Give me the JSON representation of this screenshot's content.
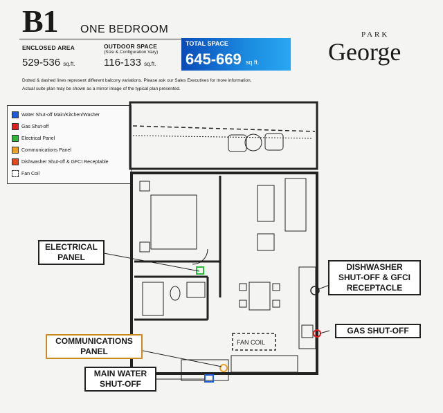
{
  "header": {
    "unit_code": "B1",
    "unit_type": "ONE BEDROOM",
    "enclosed_label": "ENCLOSED AREA",
    "enclosed_value": "529-536",
    "enclosed_unit": "sq.ft.",
    "outdoor_label": "OUTDOOR SPACE",
    "outdoor_note": "(Size & Configuration Vary)",
    "outdoor_value": "116-133",
    "outdoor_unit": "sq.ft.",
    "total_label": "TOTAL SPACE",
    "total_value": "645-669",
    "total_unit": "sq.ft."
  },
  "disclaimer": {
    "line1": "Dotted & dashed lines represent different balcony variations. Please ask our Sales Executives for more information.",
    "line2": "Actual suite plan may be shown as a mirror image of the typical plan presented."
  },
  "brand": {
    "park": "PARK",
    "george": "George"
  },
  "legend": [
    {
      "label": "Water Shut-off Main/Kitchen/Washer",
      "color": "#1e5bd8"
    },
    {
      "label": "Gas Shut-off",
      "color": "#e02020"
    },
    {
      "label": "Electrical Panel",
      "color": "#2db83d"
    },
    {
      "label": "Communications Panel",
      "color": "#f0a020"
    },
    {
      "label": "Dishwasher Shut-off & GFCI Receptable",
      "color": "#e04a1a"
    },
    {
      "label": "Fan Coil",
      "color": "none"
    }
  ],
  "callouts": {
    "electrical": [
      "ELECTRICAL",
      "PANEL"
    ],
    "dishwasher": [
      "DISHWASHER",
      "SHUT-OFF & GFCI",
      "RECEPTACLE"
    ],
    "gas": "GAS SHUT-OFF",
    "communications": [
      "COMMUNICATIONS",
      "PANEL"
    ],
    "water": [
      "MAIN WATER",
      "SHUT-OFF"
    ]
  },
  "plan": {
    "fan_coil": "FAN COIL"
  }
}
